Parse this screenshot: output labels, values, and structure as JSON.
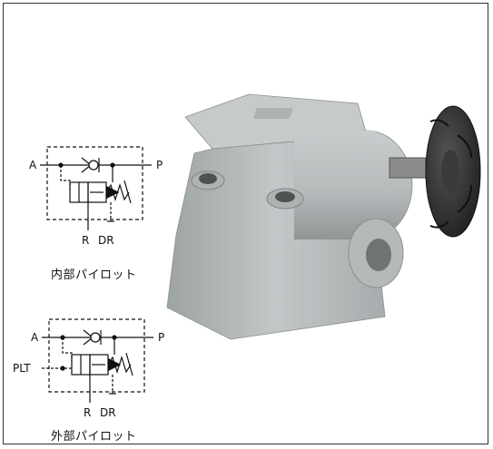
{
  "internal_pilot": {
    "port_a": "A",
    "port_p": "P",
    "port_r": "R",
    "port_dr": "DR",
    "caption": "内部パイロット"
  },
  "external_pilot": {
    "port_a": "A",
    "port_p": "P",
    "port_r": "R",
    "port_dr": "DR",
    "port_plt": "PLT",
    "caption": "外部パイロット"
  },
  "colors": {
    "line": "#111111",
    "valve_body": "#b9bdbe",
    "valve_shadow": "#8e9394",
    "handwheel": "#2e2e2e",
    "frame": "#333333"
  },
  "icons": [
    "check-valve-icon",
    "spring-icon",
    "pressure-reducing-valve-icon",
    "relief-valve-photo"
  ]
}
